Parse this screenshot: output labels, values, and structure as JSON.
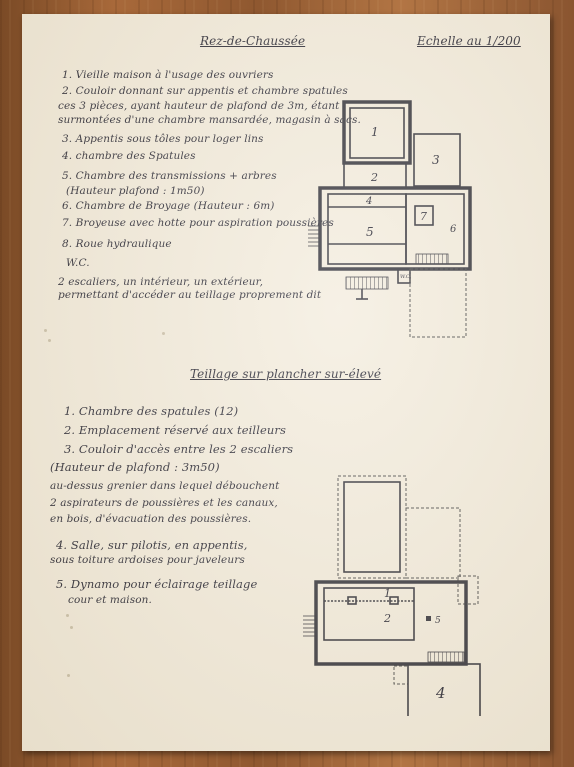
{
  "header": {
    "title": "Rez-de-Chaussée",
    "scale": "Echelle au 1/200"
  },
  "section1": {
    "lines": [
      "1. Vieille maison à l'usage des ouvriers",
      "2. Couloir donnant sur appentis et chambre spatules",
      "ces 3 pièces, ayant hauteur de plafond de 3m, étant",
      "surmontées d'une chambre mansardée, magasin à sacs.",
      "3. Appentis sous tôles pour loger lins",
      "4. chambre des Spatules",
      "5. Chambre des transmissions + arbres",
      "(Hauteur plafond : 1m50)",
      "6. Chambre de Broyage (Hauteur : 6m)",
      "7. Broyeuse avec hotte pour aspiration poussières",
      "8. Roue hydraulique",
      "W.C.",
      "2 escaliers, un intérieur, un extérieur,",
      "permettant d'accéder au teillage proprement dit"
    ]
  },
  "section2": {
    "title": "Teillage sur plancher sur-élevé",
    "lines": [
      "1. Chambre des spatules (12)",
      "2. Emplacement réservé aux teilleurs",
      "3. Couloir d'accès entre les 2 escaliers",
      "(Hauteur de plafond : 3m50)",
      "au-dessus grenier dans lequel débouchent",
      "2 aspirateurs de poussières et les canaux,",
      "en bois, d'évacuation des poussières.",
      "4. Salle, sur pilotis, en appentis,",
      "sous toiture ardoises pour javeleurs",
      "5. Dynamo pour éclairage teillage",
      "cour et maison."
    ]
  },
  "plan1": {
    "labels": [
      "1",
      "2",
      "3",
      "4",
      "5",
      "7",
      "6",
      "W.C."
    ]
  },
  "plan2": {
    "labels": [
      "1",
      "2",
      "5",
      "4"
    ]
  }
}
